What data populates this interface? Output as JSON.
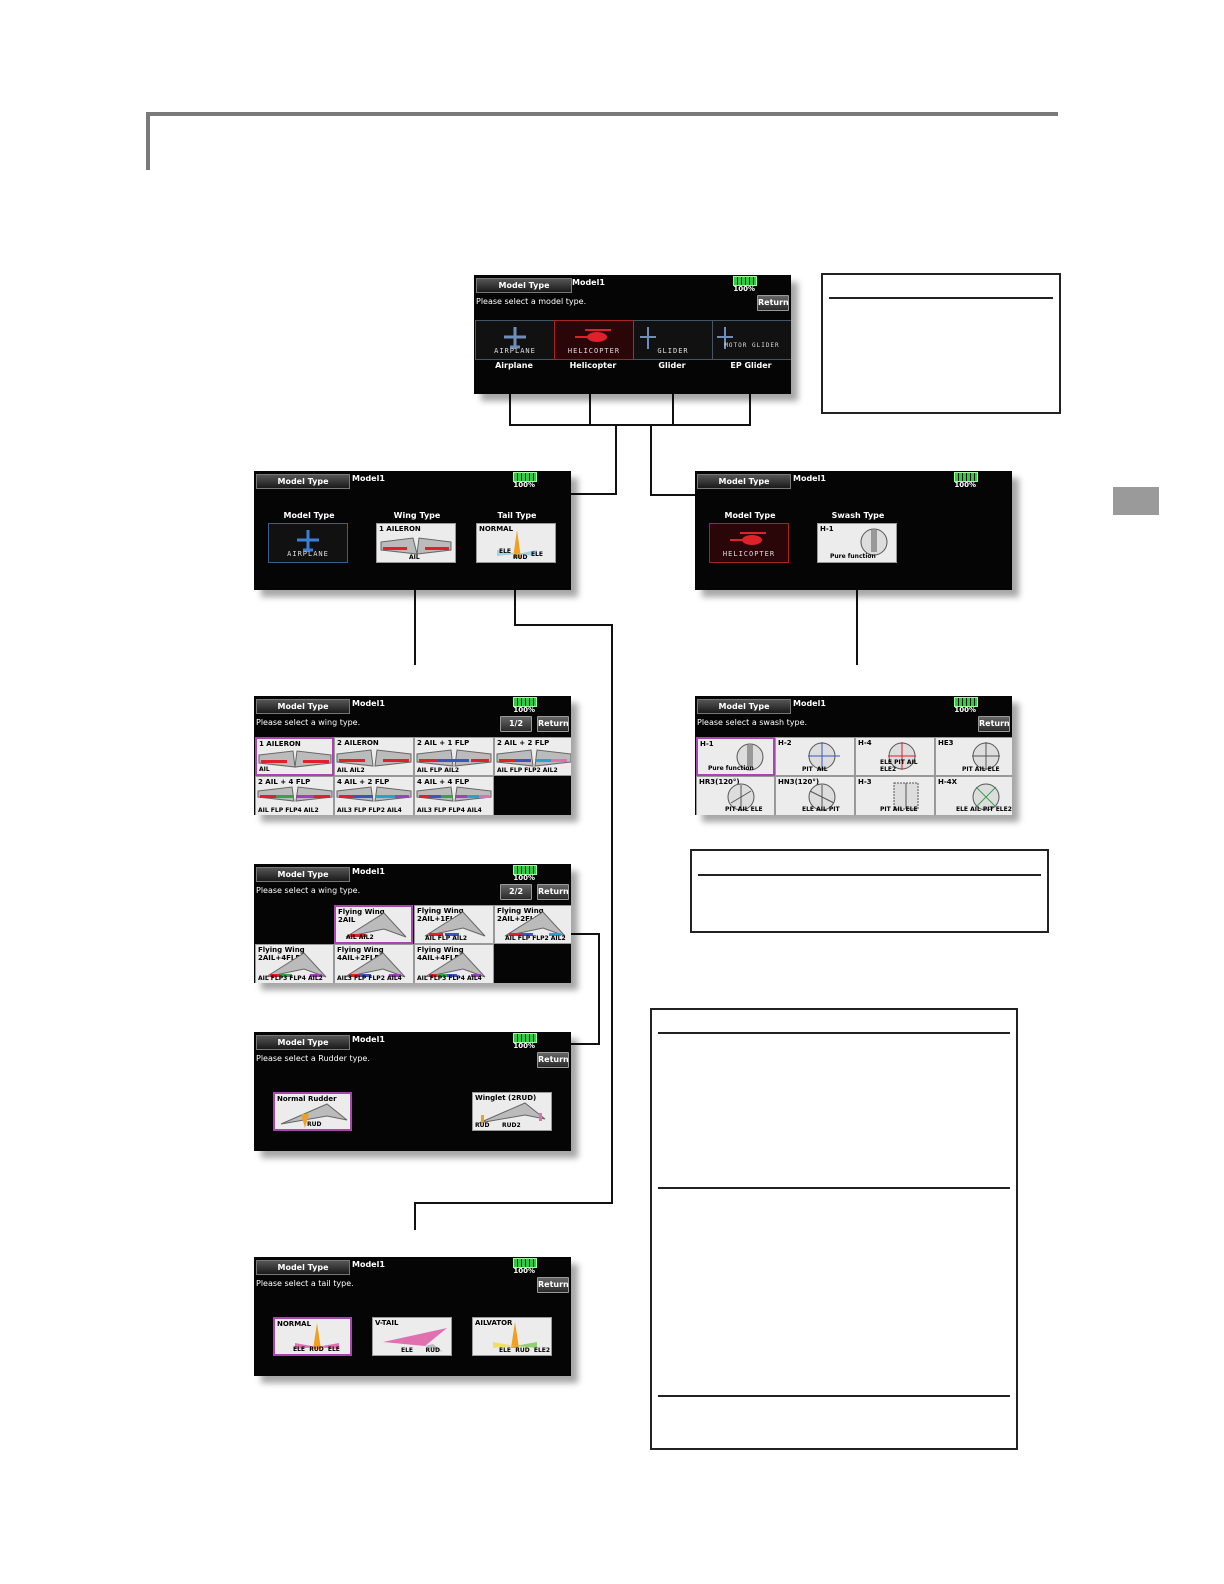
{
  "common": {
    "tab": "Model Type",
    "model": "Model1",
    "battery": "100%",
    "return": "Return"
  },
  "top": {
    "prompt": "Please select a model type.",
    "tiles": [
      {
        "cap": "AIRPLANE",
        "label": "Airplane"
      },
      {
        "cap": "HELICOPTER",
        "label": "Helicopter"
      },
      {
        "cap": "GLIDER",
        "label": "Glider"
      },
      {
        "cap": "MOTOR GLIDER",
        "label": "EP Glider"
      }
    ]
  },
  "airplane": {
    "sections": [
      "Model Type",
      "Wing Type",
      "Tail Type"
    ],
    "model_cap": "AIRPLANE",
    "wing_tile": "1 AILERON",
    "wing_sub": "AIL",
    "tail_tile": "NORMAL",
    "tail_subs": [
      "ELE",
      "RUD",
      "ELE"
    ]
  },
  "heli": {
    "sections": [
      "Model Type",
      "Swash Type"
    ],
    "model_cap": "HELICOPTER",
    "swash_tile": "H-1",
    "swash_sub": "Pure function"
  },
  "wing1": {
    "prompt": "Please select a wing type.",
    "page": "1/2",
    "tiles": [
      {
        "label": "1 AILERON",
        "subs": "AIL"
      },
      {
        "label": "2 AILERON",
        "subs": "AIL   AIL2"
      },
      {
        "label": "2 AIL + 1 FLP",
        "subs": "AIL  FLP  AIL2"
      },
      {
        "label": "2 AIL + 2 FLP",
        "subs": "AIL FLP FLP2 AIL2"
      },
      {
        "label": "2 AIL + 4 FLP",
        "subs": "AIL FLP FLP4 AIL2"
      },
      {
        "label": "4 AIL + 2 FLP",
        "subs": "AIL3 FLP FLP2 AIL4"
      },
      {
        "label": "4 AIL + 4 FLP",
        "subs": "AIL3 FLP FLP4 AIL4"
      }
    ]
  },
  "wing2": {
    "prompt": "Please select a wing type.",
    "page": "2/2",
    "tiles": [
      {
        "label": "Flying Wing\n2AIL",
        "subs": "AIL   AIL2"
      },
      {
        "label": "Flying Wing\n2AIL+1FLP",
        "subs": "AIL  FLP  AIL2"
      },
      {
        "label": "Flying Wing\n2AIL+2FLP",
        "subs": "AIL FLP FLP2 AIL2"
      },
      {
        "label": "Flying Wing\n2AIL+4FLP",
        "subs": "AIL FLP3 FLP4 AIL2"
      },
      {
        "label": "Flying Wing\n4AIL+2FLP",
        "subs": "AIL3 FLP FLP2 AIL4"
      },
      {
        "label": "Flying Wing\n4AIL+4FLP",
        "subs": "AIL FLP3 FLP4 AIL4"
      }
    ]
  },
  "rudder": {
    "prompt": "Please select a Rudder type.",
    "tiles": [
      {
        "label": "Normal Rudder",
        "subs": "RUD"
      },
      {
        "label": "Winglet (2RUD)",
        "subs": "RUD      RUD2"
      }
    ]
  },
  "tail": {
    "prompt": "Please select a tail type.",
    "tiles": [
      {
        "label": "NORMAL",
        "subs": "ELE  RUD  ELE"
      },
      {
        "label": "V-TAIL",
        "subs": "ELE      RUD"
      },
      {
        "label": "AILVATOR",
        "subs": "ELE  RUD  ELE2"
      }
    ]
  },
  "swash": {
    "prompt": "Please select a swash type.",
    "tiles": [
      {
        "label": "H-1",
        "subs": "Pure function"
      },
      {
        "label": "H-2",
        "subs": "PIT  AIL"
      },
      {
        "label": "H-4",
        "subs": "ELE PIT AIL ELE2"
      },
      {
        "label": "HE3",
        "subs": "PIT AIL ELE"
      },
      {
        "label": "HR3(120°)",
        "subs": "PIT AIL ELE"
      },
      {
        "label": "HN3(120°)",
        "subs": "ELE AIL PIT"
      },
      {
        "label": "H-3",
        "subs": "PIT AIL ELE"
      },
      {
        "label": "H-4X",
        "subs": "ELE AIL PIT ELE2"
      }
    ]
  },
  "colors": {
    "accent_red": "#e0202a",
    "select_purple": "#a845b0",
    "blue_plane": "#3a7fd5"
  }
}
